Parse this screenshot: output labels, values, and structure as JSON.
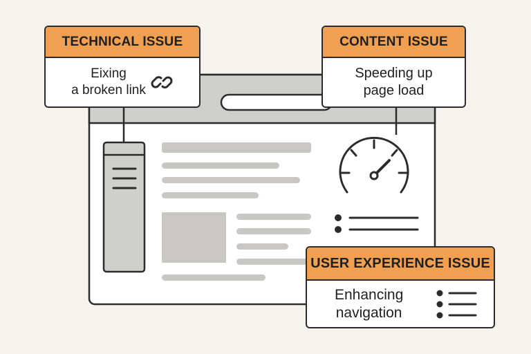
{
  "colors": {
    "background": "#f6f3ee",
    "accent_header": "#f0a050",
    "outline": "#2b2b2b",
    "placeholder_gray": "#c9c7c3",
    "titlebar_gray": "#cfcfcd"
  },
  "callouts": {
    "technical": {
      "title": "TECHNICAL ISSUE",
      "line1": "Eixing",
      "line2": "a broken link",
      "icon": "chain-link-icon"
    },
    "content": {
      "title": "CONTENT ISSUE",
      "line1": "Speeding up",
      "line2": "page load"
    },
    "ux": {
      "title": "USER EXPERIENCE ISSUE",
      "line1": "Enhancing",
      "line2": "navigation",
      "icon": "bulleted-list-icon"
    }
  },
  "browser_window": {
    "widgets": [
      "sidebar-menu-icon",
      "speedometer-icon",
      "bulleted-list-icon"
    ]
  }
}
